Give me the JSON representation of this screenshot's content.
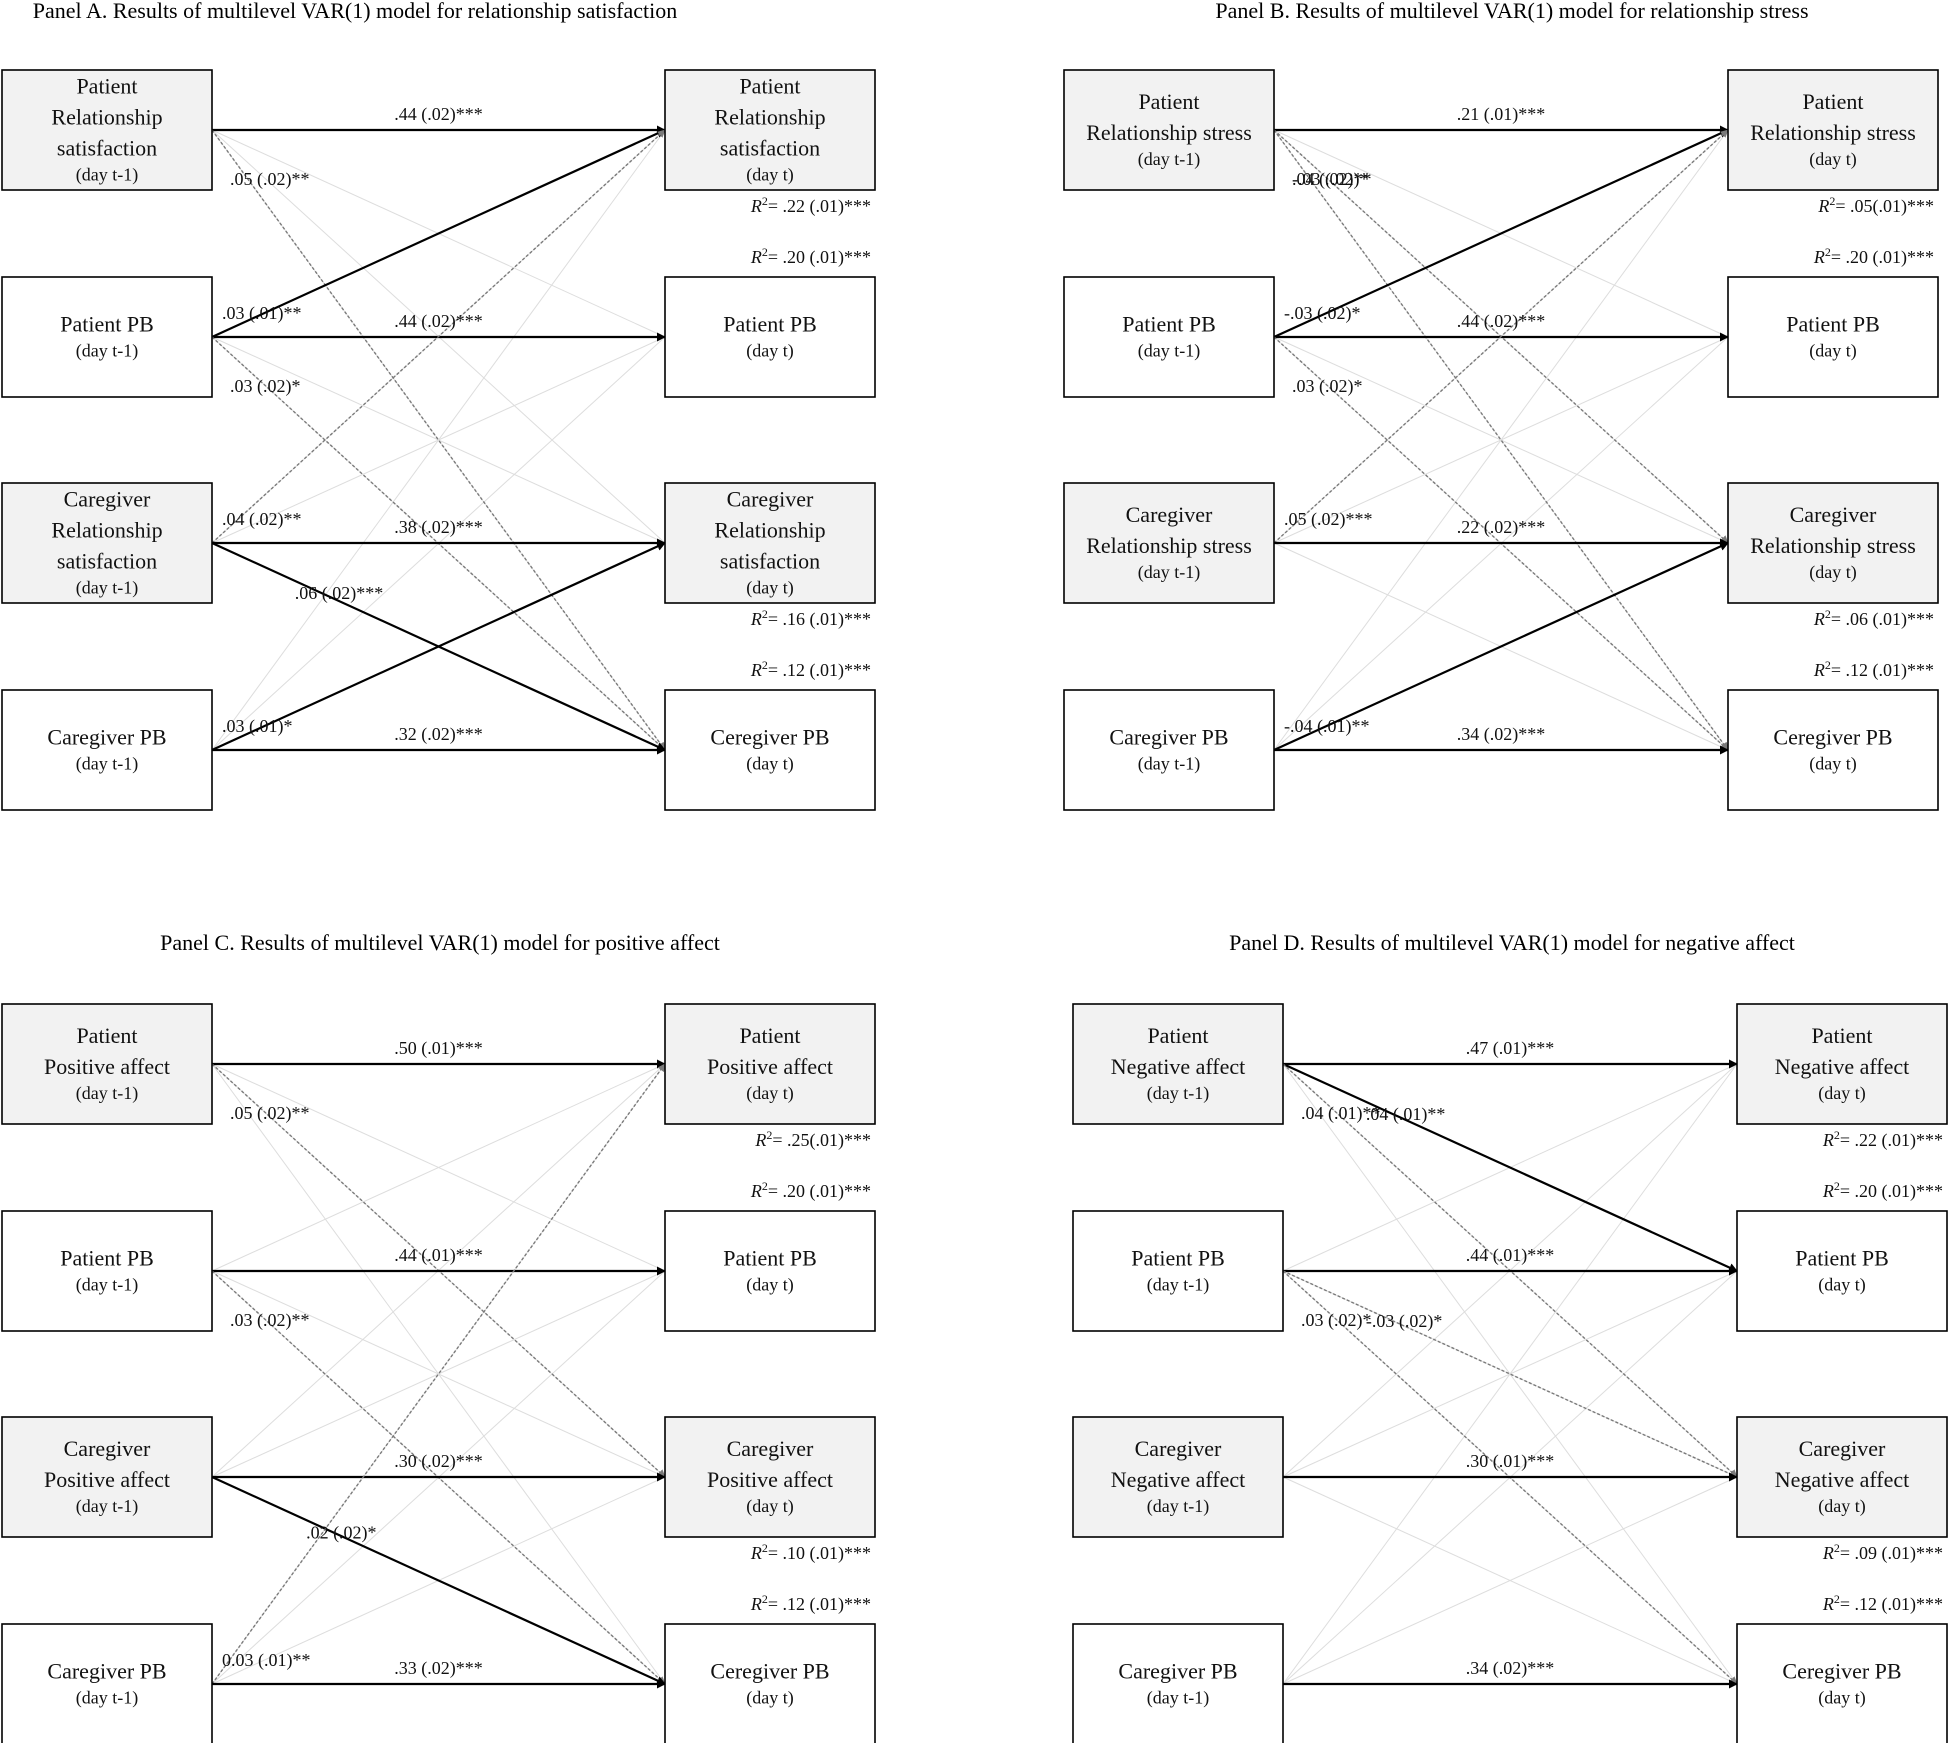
{
  "colors": {
    "shaded": "#f2f2f2",
    "plain": "#ffffff",
    "strong": "#000000",
    "medium": "#7a7a7a",
    "faint": "#dddddd"
  },
  "panels": [
    {
      "id": "A",
      "title": "Panel A. Results of multilevel  VAR(1) model for relationship  satisfaction",
      "left": [
        {
          "lines": [
            "Patient",
            "Relationship",
            "satisfaction"
          ],
          "sub": "(day t-1)",
          "shaded": true
        },
        {
          "lines": [
            "Patient PB"
          ],
          "sub": "(day t-1)",
          "shaded": false
        },
        {
          "lines": [
            "Caregiver",
            "Relationship",
            "satisfaction"
          ],
          "sub": "(day t-1)",
          "shaded": true
        },
        {
          "lines": [
            "Caregiver PB"
          ],
          "sub": "(day t-1)",
          "shaded": false
        }
      ],
      "right": [
        {
          "lines": [
            "Patient",
            "Relationship",
            "satisfaction"
          ],
          "sub": "(day t)",
          "shaded": true
        },
        {
          "lines": [
            "Patient PB"
          ],
          "sub": "(day t)",
          "shaded": false
        },
        {
          "lines": [
            "Caregiver",
            "Relationship",
            "satisfaction"
          ],
          "sub": "(day t)",
          "shaded": true
        },
        {
          "lines": [
            "Ceregiver PB"
          ],
          "sub": "(day t)",
          "shaded": false
        }
      ],
      "r2": [
        "= .22 (.01)***",
        "= .20 (.01)***",
        "= .16 (.01)***",
        "= .12 (.01)***"
      ],
      "paths": [
        {
          "from": 0,
          "to": 0,
          "style": "strong",
          "label": ".44 (.02)***"
        },
        {
          "from": 0,
          "to": 3,
          "style": "medium",
          "label": ".05 (.02)**"
        },
        {
          "from": 1,
          "to": 0,
          "style": "strong",
          "label": ".03 (.01)**"
        },
        {
          "from": 1,
          "to": 1,
          "style": "strong",
          "label": ".44 (.02)***"
        },
        {
          "from": 1,
          "to": 3,
          "style": "medium",
          "label": ".03 (.02)*"
        },
        {
          "from": 2,
          "to": 0,
          "style": "medium",
          "label": ".04 (.02)**"
        },
        {
          "from": 2,
          "to": 2,
          "style": "strong",
          "label": ".38 (.02)***"
        },
        {
          "from": 2,
          "to": 3,
          "style": "strong",
          "label": ".06 (.02)***"
        },
        {
          "from": 3,
          "to": 2,
          "style": "strong",
          "label": ".03 (.01)*"
        },
        {
          "from": 3,
          "to": 3,
          "style": "strong",
          "label": ".32 (.02)***"
        }
      ]
    },
    {
      "id": "B",
      "title": "Panel B. Results of multilevel  VAR(1) model for relationship  stress",
      "left": [
        {
          "lines": [
            "Patient",
            "Relationship stress"
          ],
          "sub": "(day t-1)",
          "shaded": true
        },
        {
          "lines": [
            "Patient PB"
          ],
          "sub": "(day t-1)",
          "shaded": false
        },
        {
          "lines": [
            "Caregiver",
            "Relationship stress"
          ],
          "sub": "(day t-1)",
          "shaded": true
        },
        {
          "lines": [
            "Caregiver PB"
          ],
          "sub": "(day t-1)",
          "shaded": false
        }
      ],
      "right": [
        {
          "lines": [
            "Patient",
            "Relationship stress"
          ],
          "sub": "(day t)",
          "shaded": true
        },
        {
          "lines": [
            "Patient PB"
          ],
          "sub": "(day t)",
          "shaded": false
        },
        {
          "lines": [
            "Caregiver",
            "Relationship stress"
          ],
          "sub": "(day t)",
          "shaded": true
        },
        {
          "lines": [
            "Ceregiver PB"
          ],
          "sub": "(day t)",
          "shaded": false
        }
      ],
      "r2": [
        "= .05(.01)***",
        "= .20 (.01)***",
        "= .06 (.01)***",
        "= .12 (.01)***"
      ],
      "paths": [
        {
          "from": 0,
          "to": 0,
          "style": "strong",
          "label": ".21 (.01)***"
        },
        {
          "from": 0,
          "to": 2,
          "style": "medium",
          "label": ".04 (.02)**"
        },
        {
          "from": 0,
          "to": 3,
          "style": "medium",
          "label": "-.03 (.02)*"
        },
        {
          "from": 1,
          "to": 0,
          "style": "strong",
          "label": "-.03 (.02)*"
        },
        {
          "from": 1,
          "to": 1,
          "style": "strong",
          "label": ".44 (.02)***"
        },
        {
          "from": 1,
          "to": 3,
          "style": "medium",
          "label": ".03 (.02)*"
        },
        {
          "from": 2,
          "to": 0,
          "style": "medium",
          "label": ".05 (.02)***"
        },
        {
          "from": 2,
          "to": 2,
          "style": "strong",
          "label": ".22 (.02)***"
        },
        {
          "from": 3,
          "to": 2,
          "style": "strong",
          "label": "-.04 (.01)**"
        },
        {
          "from": 3,
          "to": 3,
          "style": "strong",
          "label": ".34 (.02)***"
        }
      ]
    },
    {
      "id": "C",
      "title": "Panel C. Results of multilevel  VAR(1) model for positive affect",
      "left": [
        {
          "lines": [
            "Patient",
            "Positive affect"
          ],
          "sub": "(day t-1)",
          "shaded": true
        },
        {
          "lines": [
            "Patient PB"
          ],
          "sub": "(day t-1)",
          "shaded": false
        },
        {
          "lines": [
            "Caregiver",
            "Positive affect"
          ],
          "sub": "(day t-1)",
          "shaded": true
        },
        {
          "lines": [
            "Caregiver PB"
          ],
          "sub": "(day t-1)",
          "shaded": false
        }
      ],
      "right": [
        {
          "lines": [
            "Patient",
            "Positive affect"
          ],
          "sub": "(day t)",
          "shaded": true
        },
        {
          "lines": [
            "Patient PB"
          ],
          "sub": "(day t)",
          "shaded": false
        },
        {
          "lines": [
            "Caregiver",
            "Positive affect"
          ],
          "sub": "(day t)",
          "shaded": true
        },
        {
          "lines": [
            "Ceregiver PB"
          ],
          "sub": "(day t)",
          "shaded": false
        }
      ],
      "r2": [
        "= .25(.01)***",
        "= .20 (.01)***",
        "= .10 (.01)***",
        "= .12 (.01)***"
      ],
      "paths": [
        {
          "from": 0,
          "to": 0,
          "style": "strong",
          "label": ".50 (.01)***"
        },
        {
          "from": 0,
          "to": 2,
          "style": "medium",
          "label": ".05 (.02)**"
        },
        {
          "from": 1,
          "to": 1,
          "style": "strong",
          "label": ".44 (.01)***"
        },
        {
          "from": 1,
          "to": 3,
          "style": "medium",
          "label": ".03 (.02)**"
        },
        {
          "from": 2,
          "to": 2,
          "style": "strong",
          "label": ".30 (.02)***"
        },
        {
          "from": 2,
          "to": 3,
          "style": "strong",
          "label": ".02 (.02)*"
        },
        {
          "from": 3,
          "to": 0,
          "style": "medium",
          "label": "0.03 (.01)**"
        },
        {
          "from": 3,
          "to": 3,
          "style": "strong",
          "label": ".33 (.02)***"
        }
      ]
    },
    {
      "id": "D",
      "title": "Panel D. Results of multilevel  VAR(1) model for negative affect",
      "left": [
        {
          "lines": [
            "Patient",
            "Negative affect"
          ],
          "sub": "(day t-1)",
          "shaded": true
        },
        {
          "lines": [
            "Patient PB"
          ],
          "sub": "(day t-1)",
          "shaded": false
        },
        {
          "lines": [
            "Caregiver",
            "Negative affect"
          ],
          "sub": "(day t-1)",
          "shaded": true
        },
        {
          "lines": [
            "Caregiver PB"
          ],
          "sub": "(day t-1)",
          "shaded": false
        }
      ],
      "right": [
        {
          "lines": [
            "Patient",
            "Negative affect"
          ],
          "sub": "(day t)",
          "shaded": true
        },
        {
          "lines": [
            "Patient PB"
          ],
          "sub": "(day t)",
          "shaded": false
        },
        {
          "lines": [
            "Caregiver",
            "Negative affect"
          ],
          "sub": "(day t)",
          "shaded": true
        },
        {
          "lines": [
            "Ceregiver PB"
          ],
          "sub": "(day t)",
          "shaded": false
        }
      ],
      "r2": [
        "= .22 (.01)***",
        "= .20 (.01)***",
        "= .09 (.01)***",
        "= .12 (.01)***"
      ],
      "paths": [
        {
          "from": 0,
          "to": 0,
          "style": "strong",
          "label": ".47 (.01)***"
        },
        {
          "from": 0,
          "to": 1,
          "style": "strong",
          "label": ".04 (.01)**"
        },
        {
          "from": 0,
          "to": 2,
          "style": "medium",
          "label": ".04 (.01)**"
        },
        {
          "from": 1,
          "to": 1,
          "style": "strong",
          "label": ".44 (.01)***"
        },
        {
          "from": 1,
          "to": 2,
          "style": "medium",
          "label": "-.03 (.02)*"
        },
        {
          "from": 1,
          "to": 3,
          "style": "medium",
          "label": ".03 (.02)*"
        },
        {
          "from": 2,
          "to": 2,
          "style": "strong",
          "label": ".30 (.01)***"
        },
        {
          "from": 3,
          "to": 3,
          "style": "strong",
          "label": ".34 (.02)***"
        }
      ]
    }
  ]
}
